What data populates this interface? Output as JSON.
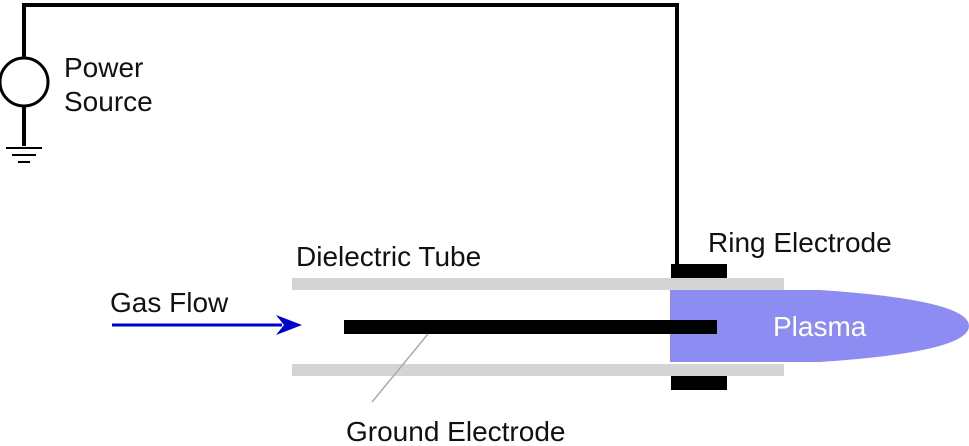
{
  "labels": {
    "power_source_line1": "Power",
    "power_source_line2": "Source",
    "dielectric_tube": "Dielectric Tube",
    "ring_electrode": "Ring Electrode",
    "gas_flow": "Gas Flow",
    "plasma": "Plasma",
    "ground_electrode": "Ground Electrode"
  },
  "colors": {
    "wire": "#000000",
    "tube": "#d4d4d4",
    "plasma": "#8c8cf2",
    "gas_arrow": "#0000cc",
    "leader_line": "#aaaaaa"
  }
}
